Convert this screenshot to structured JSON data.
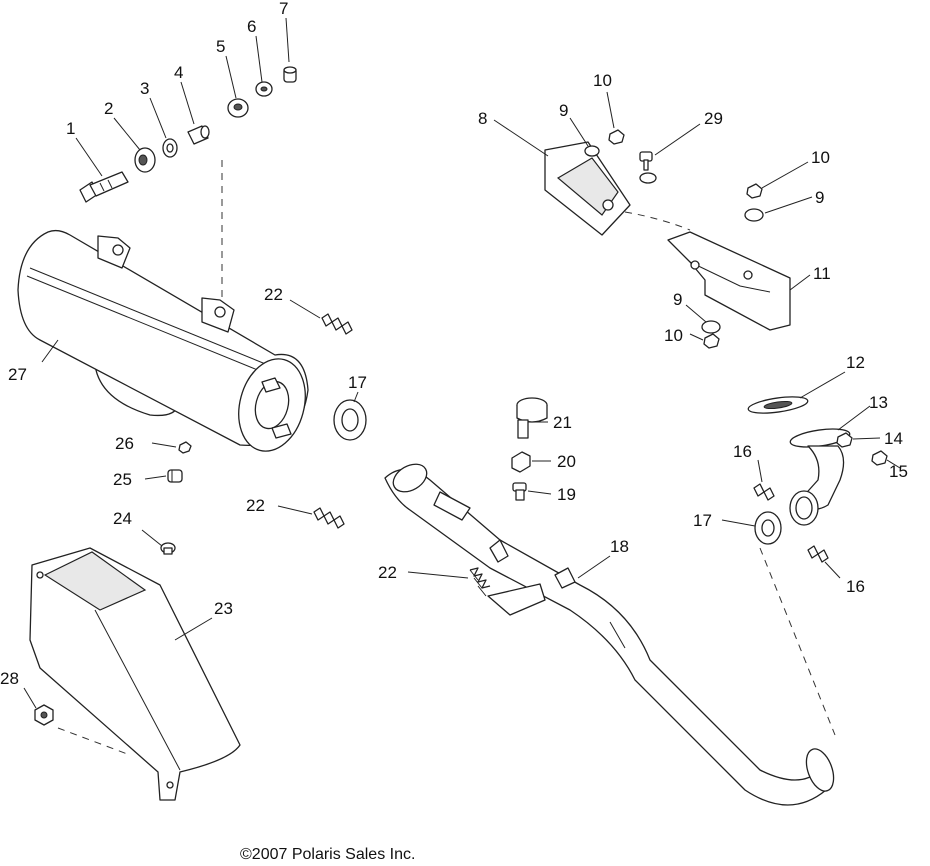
{
  "copyright": "©2007 Polaris Sales Inc.",
  "callouts": [
    {
      "id": "c1",
      "label": "1"
    },
    {
      "id": "c2",
      "label": "2"
    },
    {
      "id": "c3",
      "label": "3"
    },
    {
      "id": "c4",
      "label": "4"
    },
    {
      "id": "c5",
      "label": "5"
    },
    {
      "id": "c6",
      "label": "6"
    },
    {
      "id": "c7",
      "label": "7"
    },
    {
      "id": "c8",
      "label": "8"
    },
    {
      "id": "c9a",
      "label": "9"
    },
    {
      "id": "c10a",
      "label": "10"
    },
    {
      "id": "c29",
      "label": "29"
    },
    {
      "id": "c10b",
      "label": "10"
    },
    {
      "id": "c9b",
      "label": "9"
    },
    {
      "id": "c11",
      "label": "11"
    },
    {
      "id": "c9c",
      "label": "9"
    },
    {
      "id": "c10c",
      "label": "10"
    },
    {
      "id": "c22a",
      "label": "22"
    },
    {
      "id": "c27",
      "label": "27"
    },
    {
      "id": "c17a",
      "label": "17"
    },
    {
      "id": "c12",
      "label": "12"
    },
    {
      "id": "c13",
      "label": "13"
    },
    {
      "id": "c14",
      "label": "14"
    },
    {
      "id": "c15",
      "label": "15"
    },
    {
      "id": "c21",
      "label": "21"
    },
    {
      "id": "c26",
      "label": "26"
    },
    {
      "id": "c20",
      "label": "20"
    },
    {
      "id": "c16a",
      "label": "16"
    },
    {
      "id": "c25",
      "label": "25"
    },
    {
      "id": "c19",
      "label": "19"
    },
    {
      "id": "c22b",
      "label": "22"
    },
    {
      "id": "c17b",
      "label": "17"
    },
    {
      "id": "c24",
      "label": "24"
    },
    {
      "id": "c18",
      "label": "18"
    },
    {
      "id": "c23",
      "label": "23"
    },
    {
      "id": "c22c",
      "label": "22"
    },
    {
      "id": "c16b",
      "label": "16"
    },
    {
      "id": "c28",
      "label": "28"
    }
  ]
}
